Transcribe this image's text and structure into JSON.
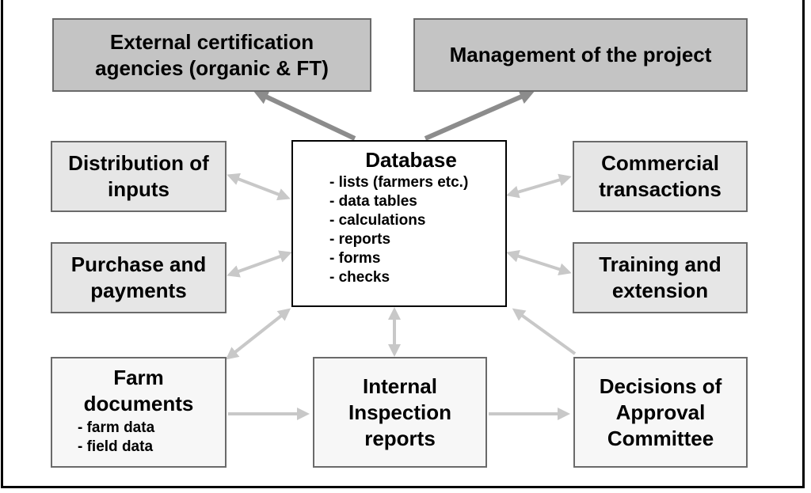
{
  "boxes": {
    "external_certification": "External certification agencies (organic & FT)",
    "management": "Management of the project",
    "distribution": "Distribution of inputs",
    "purchase": "Purchase and payments",
    "commercial": "Commercial transactions",
    "training": "Training and extension",
    "farm_documents": {
      "title": "Farm documents",
      "items": [
        "- farm data",
        "- field data"
      ]
    },
    "internal_inspection": "Internal Inspection reports",
    "decisions": "Decisions of Approval Committee"
  },
  "database": {
    "title": "Database",
    "items": [
      "- lists (farmers etc.)",
      "- data tables",
      "- calculations",
      "- reports",
      "- forms",
      "- checks"
    ]
  },
  "colors": {
    "dark_box": "#c4c4c4",
    "mid_box": "#e6e6e6",
    "light_box": "#f7f7f7",
    "dark_arrow": "#8c8c8c",
    "light_arrow": "#c8c8c8"
  }
}
